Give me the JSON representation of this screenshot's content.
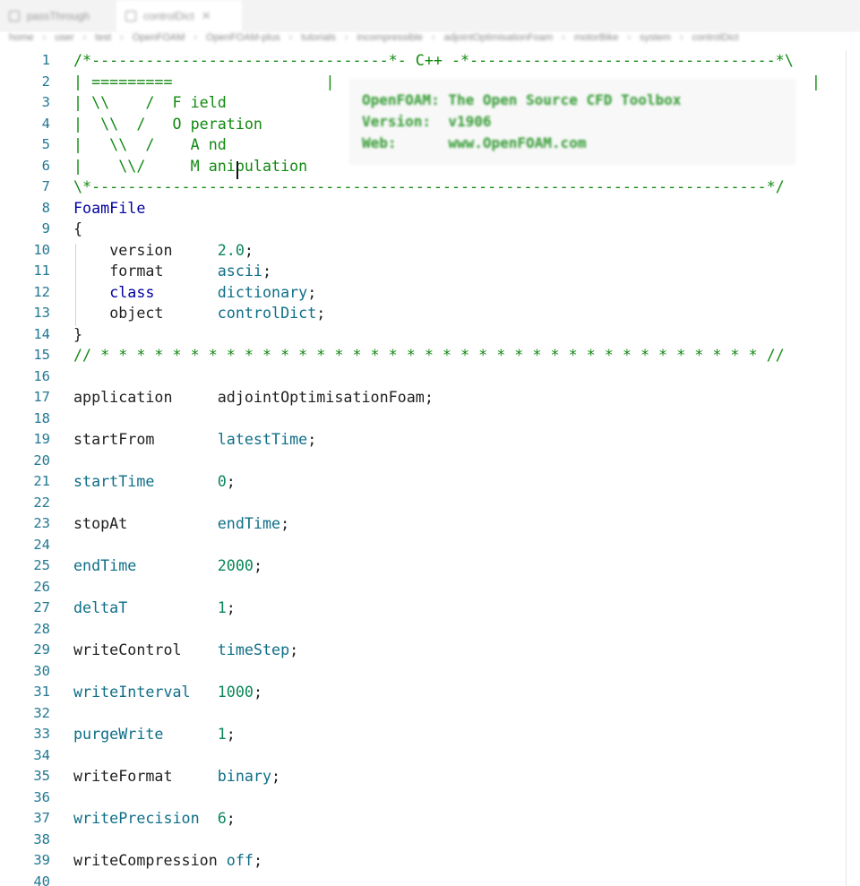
{
  "tabs": [
    {
      "label": "passThrough",
      "active": false
    },
    {
      "label": "controlDict",
      "active": true
    }
  ],
  "breadcrumb": [
    "home",
    "user",
    "test",
    "OpenFOAM",
    "OpenFOAM-plus",
    "tutorials",
    "incompressible",
    "adjointOptimisationFoam",
    "motorBike",
    "system",
    "controlDict"
  ],
  "hover": {
    "line1": "OpenFOAM: The Open Source CFD Toolbox",
    "line2": "Version:  v1906",
    "line3": "Web:      www.OpenFOAM.com"
  },
  "lines": [
    {
      "n": "1",
      "s": [
        {
          "t": "/*---------------------------------*- C++ -*----------------------------------*\\",
          "c": "cmt"
        }
      ]
    },
    {
      "n": "2",
      "s": [
        {
          "t": "| =========",
          "c": "cmt"
        },
        {
          "t": "                 ",
          "c": "dots"
        },
        {
          "t": "|",
          "c": "cmt"
        },
        {
          "t": "                                                     ",
          "c": "dots"
        },
        {
          "t": "|",
          "c": "cmt"
        }
      ]
    },
    {
      "n": "3",
      "s": [
        {
          "t": "| \\\\",
          "c": "cmt"
        },
        {
          "t": "    ",
          "c": "dots"
        },
        {
          "t": "/  F ield",
          "c": "cmt"
        }
      ]
    },
    {
      "n": "4",
      "s": [
        {
          "t": "|  \\\\",
          "c": "cmt"
        },
        {
          "t": "  ",
          "c": "dots"
        },
        {
          "t": "/   O peration",
          "c": "cmt"
        }
      ]
    },
    {
      "n": "5",
      "s": [
        {
          "t": "|   \\\\  /    A nd",
          "c": "cmt"
        }
      ]
    },
    {
      "n": "6",
      "s": [
        {
          "t": "|",
          "c": "cmt"
        },
        {
          "t": "    ",
          "c": "dots"
        },
        {
          "t": "\\\\/     M anipulation",
          "c": "cmt"
        }
      ]
    },
    {
      "n": "7",
      "s": [
        {
          "t": "\\*---------------------------------------------------------------------------*/",
          "c": "cmt"
        }
      ]
    },
    {
      "n": "8",
      "s": [
        {
          "t": "FoamFile",
          "c": "kw"
        }
      ]
    },
    {
      "n": "9",
      "s": [
        {
          "t": "{",
          "c": "punc"
        }
      ]
    },
    {
      "n": "10",
      "s": [
        {
          "t": "    ",
          "c": "dots"
        },
        {
          "t": "version",
          "c": "punc"
        },
        {
          "t": "     ",
          "c": "dots"
        },
        {
          "t": "2.0",
          "c": "num"
        },
        {
          "t": ";",
          "c": "punc"
        }
      ]
    },
    {
      "n": "11",
      "s": [
        {
          "t": "    ",
          "c": "dots"
        },
        {
          "t": "format",
          "c": "punc"
        },
        {
          "t": "      ",
          "c": "dots"
        },
        {
          "t": "ascii",
          "c": "val"
        },
        {
          "t": ";",
          "c": "punc"
        }
      ]
    },
    {
      "n": "12",
      "s": [
        {
          "t": "    ",
          "c": "dots"
        },
        {
          "t": "class",
          "c": "kw"
        },
        {
          "t": "       ",
          "c": "dots"
        },
        {
          "t": "dictionary",
          "c": "val"
        },
        {
          "t": ";",
          "c": "punc"
        }
      ]
    },
    {
      "n": "13",
      "s": [
        {
          "t": "    ",
          "c": "dots"
        },
        {
          "t": "object",
          "c": "punc"
        },
        {
          "t": "      ",
          "c": "dots"
        },
        {
          "t": "controlDict",
          "c": "val"
        },
        {
          "t": ";",
          "c": "punc"
        }
      ]
    },
    {
      "n": "14",
      "s": [
        {
          "t": "}",
          "c": "punc"
        }
      ]
    },
    {
      "n": "15",
      "s": [
        {
          "t": "// * * * * * * * * * * * * * * * * * * * * * * * * * * * * * * * * * * * * * //",
          "c": "cmt"
        }
      ]
    },
    {
      "n": "16",
      "s": []
    },
    {
      "n": "17",
      "s": [
        {
          "t": "application",
          "c": "punc"
        },
        {
          "t": "     ",
          "c": "dots"
        },
        {
          "t": "adjointOptimisationFoam",
          "c": "punc"
        },
        {
          "t": ";",
          "c": "punc"
        }
      ]
    },
    {
      "n": "18",
      "s": []
    },
    {
      "n": "19",
      "s": [
        {
          "t": "startFrom",
          "c": "punc"
        },
        {
          "t": "       ",
          "c": "dots"
        },
        {
          "t": "latestTime",
          "c": "val"
        },
        {
          "t": ";",
          "c": "punc"
        }
      ]
    },
    {
      "n": "20",
      "s": []
    },
    {
      "n": "21",
      "s": [
        {
          "t": "startTime",
          "c": "val"
        },
        {
          "t": "       ",
          "c": "dots"
        },
        {
          "t": "0",
          "c": "num"
        },
        {
          "t": ";",
          "c": "punc"
        }
      ]
    },
    {
      "n": "22",
      "s": []
    },
    {
      "n": "23",
      "s": [
        {
          "t": "stopAt",
          "c": "punc"
        },
        {
          "t": "          ",
          "c": "dots"
        },
        {
          "t": "endTime",
          "c": "val"
        },
        {
          "t": ";",
          "c": "punc"
        }
      ]
    },
    {
      "n": "24",
      "s": []
    },
    {
      "n": "25",
      "s": [
        {
          "t": "endTime",
          "c": "val"
        },
        {
          "t": "         ",
          "c": "dots"
        },
        {
          "t": "2000",
          "c": "num"
        },
        {
          "t": ";",
          "c": "punc"
        }
      ]
    },
    {
      "n": "26",
      "s": []
    },
    {
      "n": "27",
      "s": [
        {
          "t": "deltaT",
          "c": "val"
        },
        {
          "t": "          ",
          "c": "dots"
        },
        {
          "t": "1",
          "c": "num"
        },
        {
          "t": ";",
          "c": "punc"
        }
      ]
    },
    {
      "n": "28",
      "s": []
    },
    {
      "n": "29",
      "s": [
        {
          "t": "writeControl",
          "c": "punc"
        },
        {
          "t": "    ",
          "c": "dots"
        },
        {
          "t": "timeStep",
          "c": "val"
        },
        {
          "t": ";",
          "c": "punc"
        }
      ]
    },
    {
      "n": "30",
      "s": []
    },
    {
      "n": "31",
      "s": [
        {
          "t": "writeInterval",
          "c": "val"
        },
        {
          "t": "   ",
          "c": "dots"
        },
        {
          "t": "1000",
          "c": "num"
        },
        {
          "t": ";",
          "c": "punc"
        }
      ]
    },
    {
      "n": "32",
      "s": []
    },
    {
      "n": "33",
      "s": [
        {
          "t": "purgeWrite",
          "c": "val"
        },
        {
          "t": "      ",
          "c": "dots"
        },
        {
          "t": "1",
          "c": "num"
        },
        {
          "t": ";",
          "c": "punc"
        }
      ]
    },
    {
      "n": "34",
      "s": []
    },
    {
      "n": "35",
      "s": [
        {
          "t": "writeFormat",
          "c": "punc"
        },
        {
          "t": "     ",
          "c": "dots"
        },
        {
          "t": "binary",
          "c": "val"
        },
        {
          "t": ";",
          "c": "punc"
        }
      ]
    },
    {
      "n": "36",
      "s": []
    },
    {
      "n": "37",
      "s": [
        {
          "t": "writePrecision",
          "c": "val"
        },
        {
          "t": "  ",
          "c": "dots"
        },
        {
          "t": "6",
          "c": "num"
        },
        {
          "t": ";",
          "c": "punc"
        }
      ]
    },
    {
      "n": "38",
      "s": []
    },
    {
      "n": "39",
      "s": [
        {
          "t": "writeCompression",
          "c": "punc"
        },
        {
          "t": " ",
          "c": "dots"
        },
        {
          "t": "off",
          "c": "val"
        },
        {
          "t": ";",
          "c": "punc"
        }
      ]
    },
    {
      "n": "40",
      "s": []
    }
  ]
}
